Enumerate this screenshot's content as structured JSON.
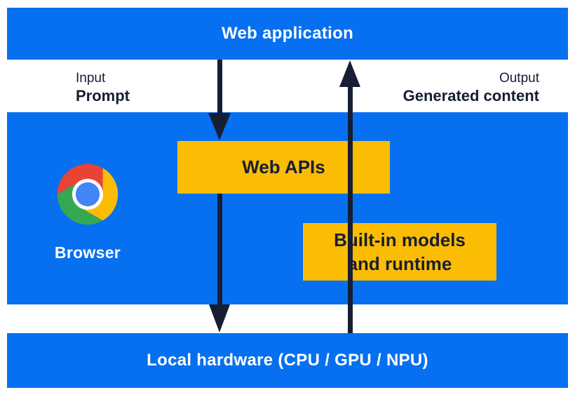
{
  "colors": {
    "panel_blue": "#0770F0",
    "accent_yellow": "#FBBC04",
    "ink_dark": "#171E33",
    "label_white": "#FFFFFF",
    "chrome_red": "#EA4335",
    "chrome_green": "#34A853",
    "chrome_yellow": "#FBBC05",
    "chrome_blue": "#4285F4"
  },
  "top_bar": {
    "label": "Web application"
  },
  "io": {
    "input_caption": "Input",
    "input_label": "Prompt",
    "output_caption": "Output",
    "output_label": "Generated content"
  },
  "browser_panel": {
    "label": "Browser",
    "web_apis_box": {
      "label": "Web APIs"
    },
    "builtin_box": {
      "line1": "Built-in models",
      "line2": "and runtime"
    }
  },
  "bottom_bar": {
    "label": "Local hardware (CPU / GPU / NPU)"
  },
  "icons": {
    "chrome": "chrome-browser-logo",
    "down_arrow": "prompt-flow-down-arrow",
    "up_arrow": "generated-content-up-arrow"
  }
}
